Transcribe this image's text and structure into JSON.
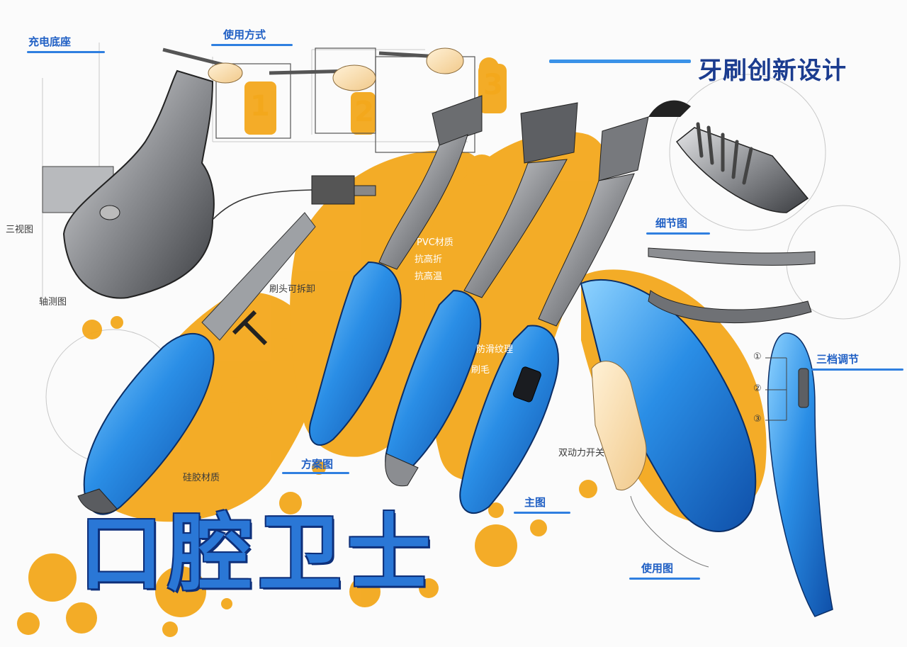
{
  "title": "牙刷创新设计",
  "big_title": "口腔卫士",
  "labels": {
    "charging_base": "充电底座",
    "usage": "使用方式",
    "three_view": "三视图",
    "axis_view": "轴测图",
    "head_detachable": "刷头可拆卸",
    "pvc_material": "PVC材质",
    "anti_fold": "抗高折",
    "anti_heat": "抗高温",
    "silicone_material": "硅胶材质",
    "plan_view": "方案图",
    "anti_slip": "防滑纹理",
    "bristle_label": "刷毛",
    "dual_power": "双动力开关",
    "main_view": "主图",
    "use_view": "使用图",
    "detail_view": "细节图",
    "three_gear": "三档调节"
  },
  "steps": [
    "1",
    "2",
    "3"
  ],
  "gear_marks": [
    "①",
    "②",
    "③"
  ],
  "colors": {
    "primary_blue": "#2a8ee6",
    "dark_blue": "#1b3c8f",
    "accent_yellow": "#f3a81c",
    "marker_gray": "#5d5f63"
  }
}
